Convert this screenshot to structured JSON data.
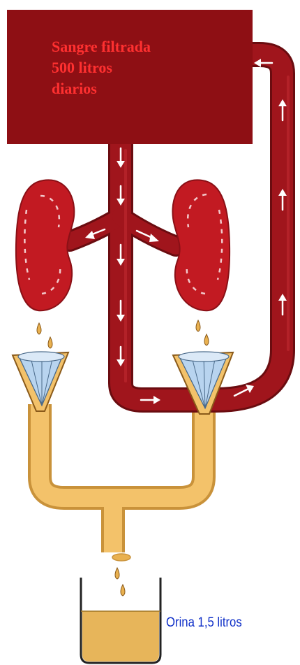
{
  "blood_box": {
    "lines": [
      "Sangre filtrada",
      "500 litros",
      "diarios"
    ]
  },
  "urine_label": "Orina 1,5 litros",
  "colors": {
    "blood": "#a0151c",
    "blood_dark": "#7a0e13",
    "kidney": "#c21a22",
    "title_text": "#ff3030",
    "urine": "#f3c26a",
    "urine_edge": "#c9923a",
    "filter": "#b8d4ef",
    "label_text": "#1030c8"
  },
  "icons": [
    "kidney-icon",
    "filter-funnel-icon",
    "beaker-icon",
    "flow-arrow-icon",
    "drop-icon"
  ]
}
